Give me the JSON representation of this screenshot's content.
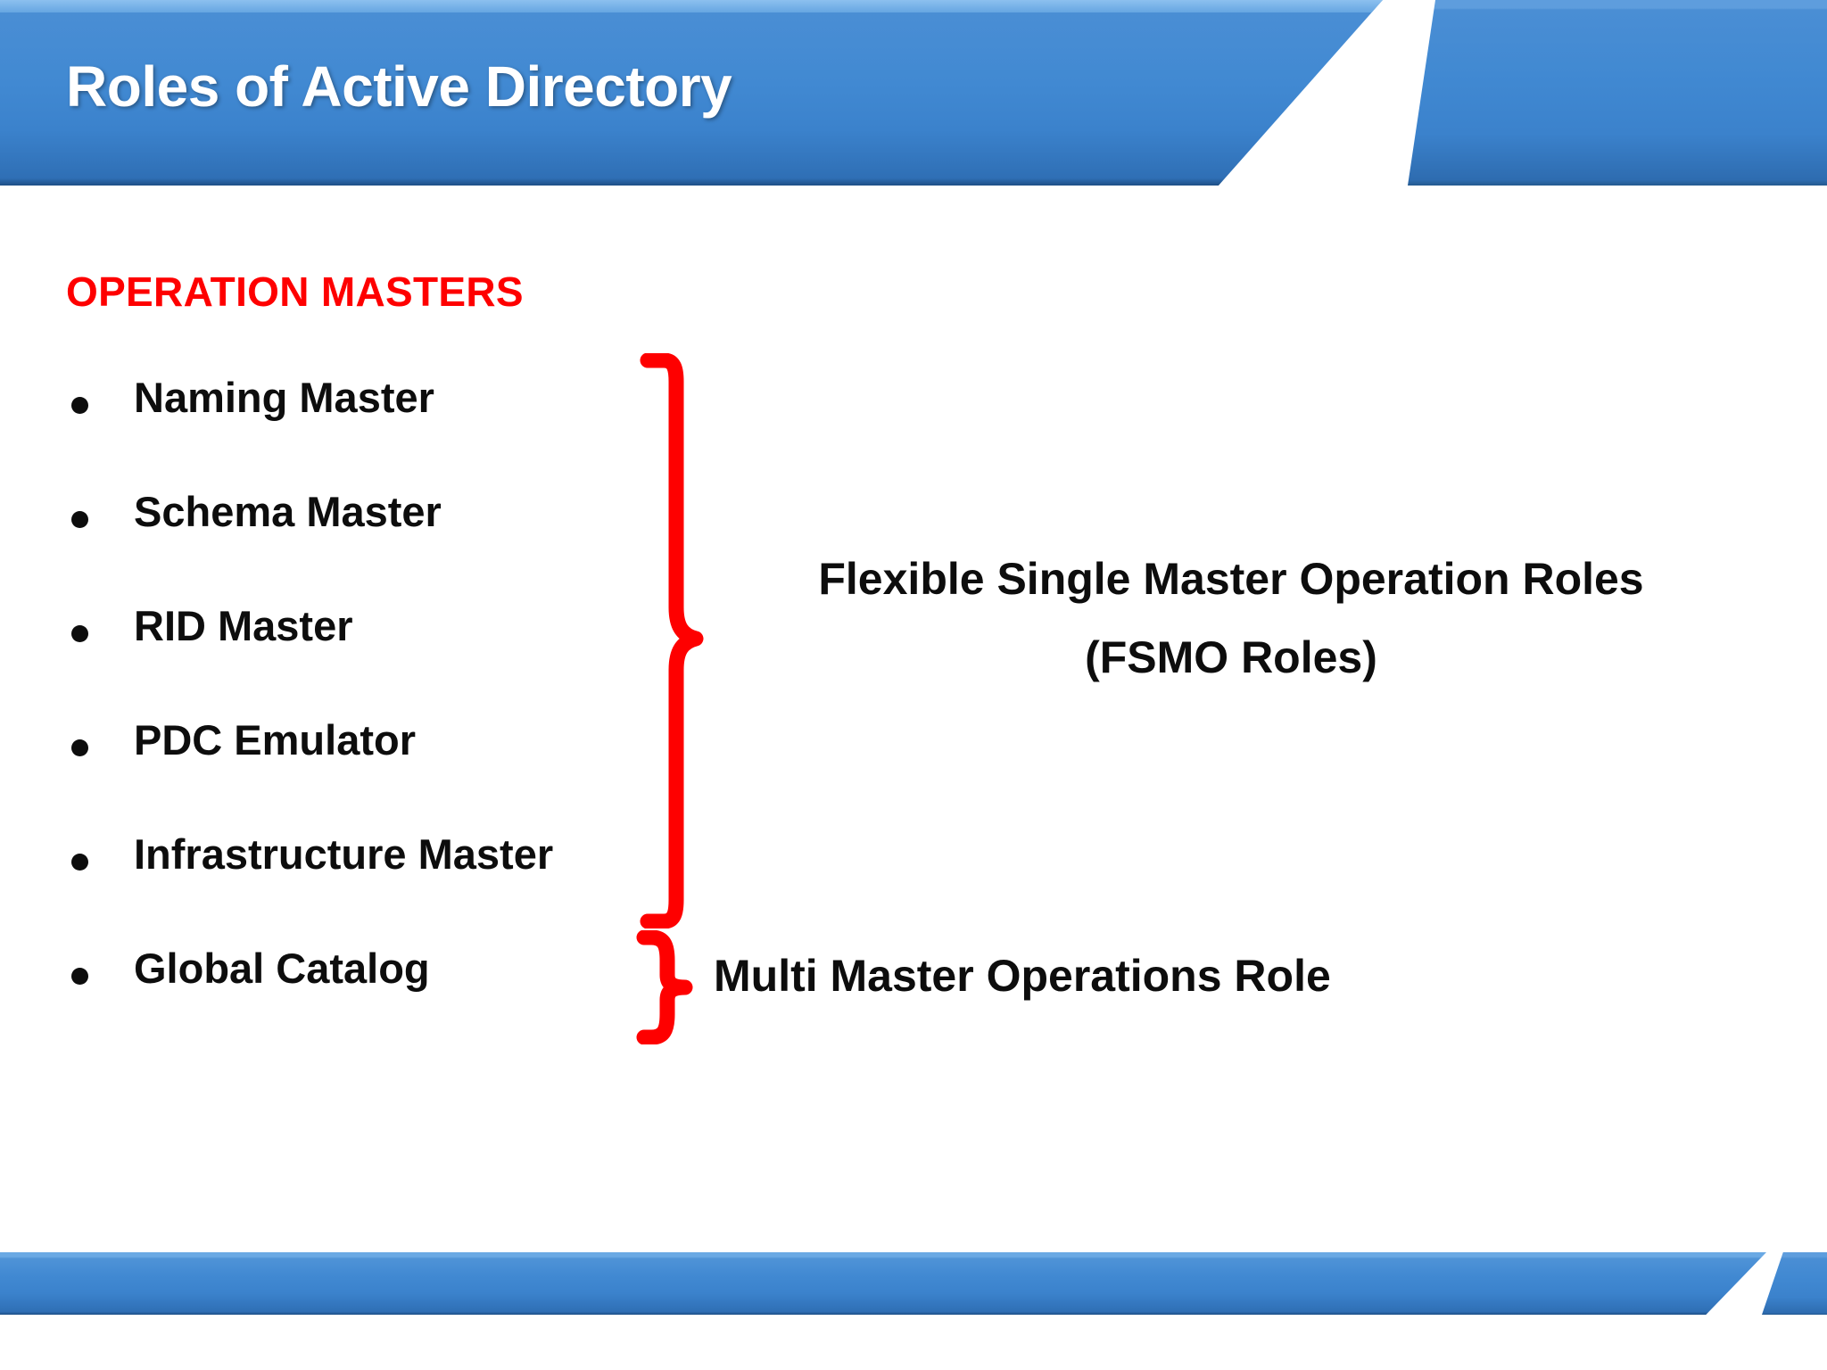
{
  "slide": {
    "title": "Roles of Active Directory",
    "section_heading": "OPERATION MASTERS",
    "bullets": [
      {
        "label": "Naming Master"
      },
      {
        "label": "Schema Master"
      },
      {
        "label": "RID Master"
      },
      {
        "label": "PDC Emulator"
      },
      {
        "label": "Infrastructure Master"
      },
      {
        "label": "Global Catalog"
      }
    ],
    "annotations": {
      "fsmo_line1": "Flexible Single Master Operation Roles",
      "fsmo_line2": "(FSMO Roles)",
      "multi_master": "Multi Master Operations Role"
    },
    "colors": {
      "header_blue": "#4189d2",
      "header_blue_dark": "#1e4f86",
      "heading_red": "#fe0000",
      "brace_red": "#fe0000",
      "body_text": "#0d0d0d",
      "title_text": "#ffffff",
      "background": "#ffffff"
    },
    "icons": {
      "bullet": "bullet-dot-icon",
      "brace_large": "curly-brace-icon",
      "brace_small": "curly-brace-icon"
    }
  }
}
